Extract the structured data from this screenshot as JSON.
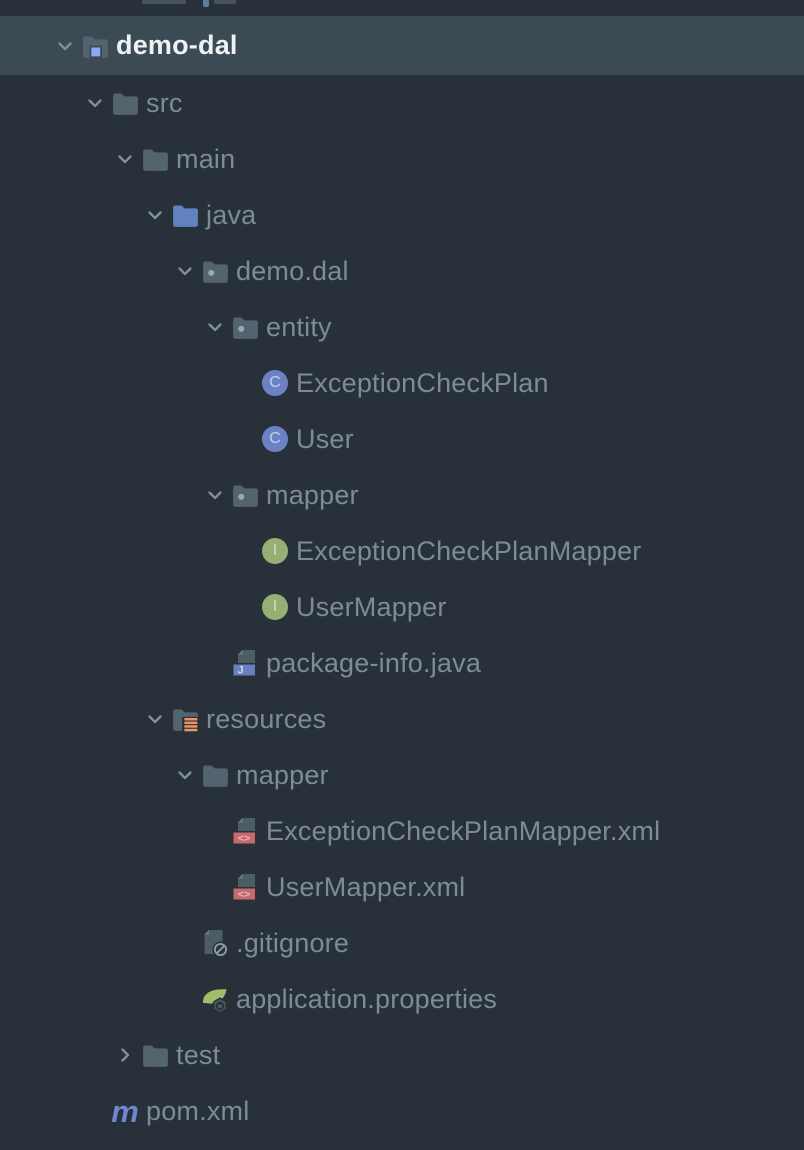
{
  "window": {
    "title": "project tree"
  },
  "colors": {
    "background": "#28313a",
    "selected_row_bg": "#3b4a53",
    "text": "#7b8c96",
    "selected_text": "#eef2f4",
    "chevron": "#7f919c",
    "folder": "#53646e",
    "source_root_folder": "#6181bf",
    "package_dot": "#9aa8b2",
    "project_badge": "#8ca7f5",
    "file_page": "#4c5d66",
    "file_fold": "#6b7b85",
    "java_badge": "#6780be",
    "java_badge_letter": "#c9d6f0",
    "xml_badge": "#c76a6f",
    "xml_badge_text": "#f0b9bb",
    "resources_lines": "#ee9566",
    "class_circle": "#6c82c4",
    "class_letter": "#c4cfe8",
    "interface_circle": "#97ae74",
    "interface_letter": "#d2dcc4",
    "badge_outline": "#8b9ba5",
    "spring_leaf": "#a2bd6a",
    "spring_badge": "#4c5d66",
    "maven": "#6e87d2",
    "remnant_dim": "#44535c",
    "remnant_accent": "#5e7d9a"
  },
  "glyphs": {
    "class_letter": "C",
    "interface_letter": "I",
    "java_badge_letter": "J",
    "xml_badge_text": "<>",
    "maven_letter": "m"
  },
  "tree": {
    "rows": [
      {
        "label": "demo-dal",
        "depth": 0,
        "chevron": "down",
        "icon": "project-folder",
        "selected": true
      },
      {
        "label": "src",
        "depth": 1,
        "chevron": "down",
        "icon": "folder",
        "selected": false
      },
      {
        "label": "main",
        "depth": 2,
        "chevron": "down",
        "icon": "folder",
        "selected": false
      },
      {
        "label": "java",
        "depth": 3,
        "chevron": "down",
        "icon": "source-root-folder",
        "selected": false
      },
      {
        "label": "demo.dal",
        "depth": 4,
        "chevron": "down",
        "icon": "package-folder",
        "selected": false
      },
      {
        "label": "entity",
        "depth": 5,
        "chevron": "down",
        "icon": "package-folder",
        "selected": false
      },
      {
        "label": "ExceptionCheckPlan",
        "depth": 6,
        "chevron": null,
        "icon": "java-class",
        "selected": false
      },
      {
        "label": "User",
        "depth": 6,
        "chevron": null,
        "icon": "java-class",
        "selected": false
      },
      {
        "label": "mapper",
        "depth": 5,
        "chevron": "down",
        "icon": "package-folder",
        "selected": false
      },
      {
        "label": "ExceptionCheckPlanMapper",
        "depth": 6,
        "chevron": null,
        "icon": "java-interface",
        "selected": false
      },
      {
        "label": "UserMapper",
        "depth": 6,
        "chevron": null,
        "icon": "java-interface",
        "selected": false
      },
      {
        "label": "package-info.java",
        "depth": 5,
        "chevron": null,
        "icon": "java-file",
        "selected": false
      },
      {
        "label": "resources",
        "depth": 3,
        "chevron": "down",
        "icon": "resources-folder",
        "selected": false
      },
      {
        "label": "mapper",
        "depth": 4,
        "chevron": "down",
        "icon": "folder",
        "selected": false
      },
      {
        "label": "ExceptionCheckPlanMapper.xml",
        "depth": 5,
        "chevron": null,
        "icon": "xml-file",
        "selected": false
      },
      {
        "label": "UserMapper.xml",
        "depth": 5,
        "chevron": null,
        "icon": "xml-file",
        "selected": false
      },
      {
        "label": ".gitignore",
        "depth": 4,
        "chevron": null,
        "icon": "gitignore-file",
        "selected": false
      },
      {
        "label": "application.properties",
        "depth": 4,
        "chevron": null,
        "icon": "spring-properties-file",
        "selected": false
      },
      {
        "label": "test",
        "depth": 2,
        "chevron": "right",
        "icon": "folder",
        "selected": false
      },
      {
        "label": "pom.xml",
        "depth": 1,
        "chevron": null,
        "icon": "maven-file",
        "selected": false
      }
    ]
  }
}
